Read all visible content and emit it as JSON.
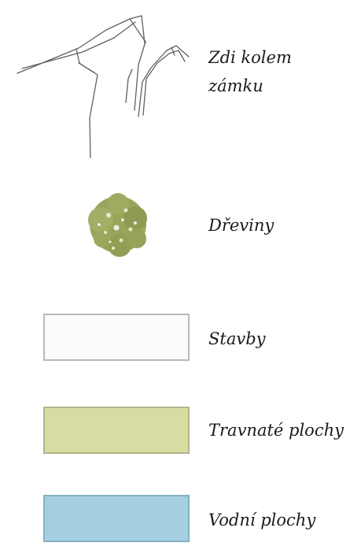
{
  "legend": {
    "items": [
      {
        "key": "walls",
        "symbol": "walls-line-icon",
        "label_line1": "Zdi kolem",
        "label_line2": "zámku",
        "color": "#555555"
      },
      {
        "key": "trees",
        "symbol": "tree-canopy-icon",
        "label": "Dřeviny",
        "color": "#98a45a"
      },
      {
        "key": "buildings",
        "symbol": "swatch",
        "label": "Stavby",
        "color": "#fbfbfb"
      },
      {
        "key": "grass",
        "symbol": "swatch",
        "label": "Travnaté plochy",
        "color": "#d9dca2"
      },
      {
        "key": "water",
        "symbol": "swatch",
        "label": "Vodní plochy",
        "color": "#a6cfe1"
      }
    ]
  }
}
